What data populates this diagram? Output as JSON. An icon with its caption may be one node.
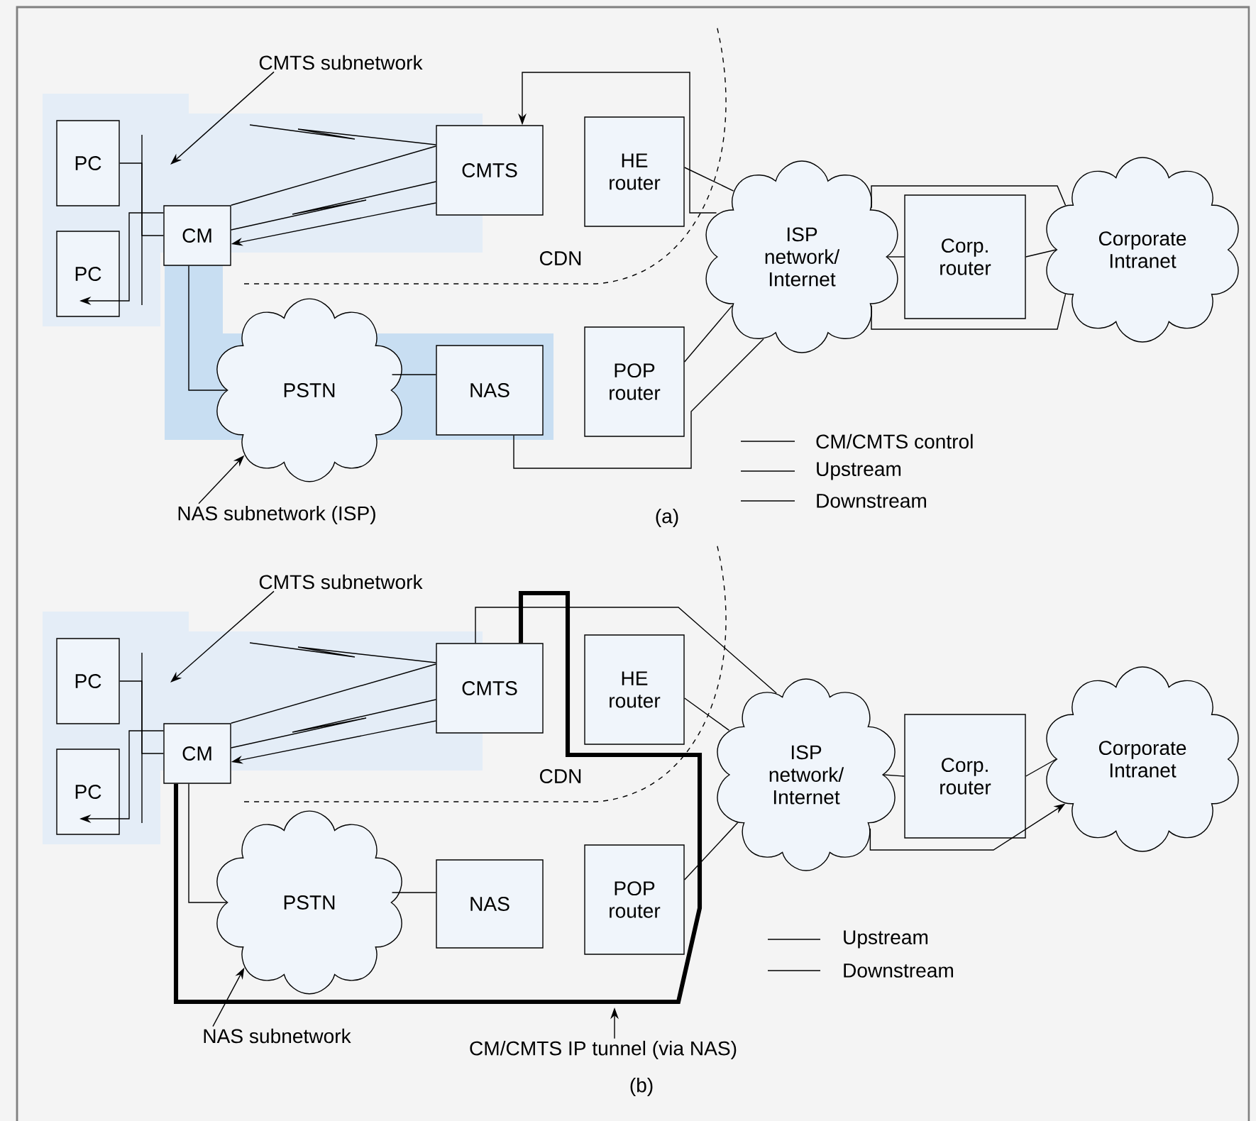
{
  "diagram": {
    "nodes": [
      {
        "text": [
          "PC"
        ]
      },
      {
        "text": [
          "PC"
        ]
      },
      {
        "text": [
          "CM"
        ]
      },
      {
        "text": [
          "CMTS"
        ]
      },
      {
        "text": [
          "HE router"
        ]
      },
      {
        "text": [
          "PSTN"
        ]
      },
      {
        "text": [
          "NAS"
        ]
      },
      {
        "text": [
          "POP router"
        ]
      },
      {
        "text": [
          "ISP network/ Internet"
        ]
      },
      {
        "text": [
          "Corp. router"
        ]
      },
      {
        "text": [
          "Corporate Intranet"
        ]
      },
      {
        "text": [
          "CMTS subnetwork"
        ]
      },
      {
        "text": [
          "NAS subnetwork (ISP)"
        ]
      },
      {
        "text": [
          "PC"
        ]
      },
      {
        "text": [
          "PC"
        ]
      },
      {
        "text": [
          "CM"
        ]
      },
      {
        "text": [
          "CMTS"
        ]
      },
      {
        "text": [
          "HE router"
        ]
      },
      {
        "text": [
          "PSTN"
        ]
      },
      {
        "text": [
          "NAS"
        ]
      },
      {
        "text": [
          "POP router"
        ]
      },
      {
        "text": [
          "ISP network/ Internet"
        ]
      },
      {
        "text": [
          "Corp. router"
        ]
      },
      {
        "text": [
          "Corporate Intranet"
        ]
      },
      {
        "text": [
          "CMTS subnetwork"
        ]
      },
      {
        "text": [
          "NAS subnetwork"
        ]
      },
      {
        "text": [
          "CM/CMTS IP tunnel (via NAS)"
        ]
      }
    ],
    "edges": [
      {
        "from": 0,
        "to": 2,
        "arrow": "none"
      },
      {
        "from": 2,
        "to": 1,
        "arrow": "to"
      },
      {
        "from": 2,
        "to": 3,
        "arrow": "none"
      },
      {
        "from": 3,
        "to": 2,
        "arrow": "to"
      },
      {
        "from": 3,
        "to": 2,
        "arrow": "none"
      },
      {
        "from": 3,
        "to": null,
        "arrow": "none"
      },
      {
        "from": 8,
        "to": 3,
        "arrow": "to"
      },
      {
        "from": 4,
        "to": 8,
        "arrow": "none"
      },
      {
        "from": 2,
        "to": 5,
        "arrow": "none"
      },
      {
        "from": 5,
        "to": 6,
        "arrow": "none"
      },
      {
        "from": 6,
        "to": 8,
        "arrow": "none"
      },
      {
        "from": 7,
        "to": 8,
        "arrow": "none"
      },
      {
        "from": 8,
        "to": 9,
        "arrow": "none"
      },
      {
        "from": 9,
        "to": 10,
        "arrow": "none"
      },
      {
        "from": 8,
        "to": 10,
        "arrow": "none"
      },
      {
        "from": 8,
        "to": 10,
        "arrow": "none"
      },
      {
        "from": 11,
        "to": null,
        "arrow": "to"
      },
      {
        "from": 12,
        "to": 5,
        "arrow": "to"
      },
      {
        "from": 13,
        "to": 15,
        "arrow": "none"
      },
      {
        "from": 15,
        "to": 14,
        "arrow": "to"
      },
      {
        "from": 15,
        "to": 16,
        "arrow": "none"
      },
      {
        "from": 16,
        "to": 15,
        "arrow": "to"
      },
      {
        "from": 16,
        "to": 15,
        "arrow": "none"
      },
      {
        "from": 16,
        "to": null,
        "arrow": "none"
      },
      {
        "from": 17,
        "to": 21,
        "arrow": "none"
      },
      {
        "from": 15,
        "to": 18,
        "arrow": "none"
      },
      {
        "from": 18,
        "to": 19,
        "arrow": "none"
      },
      {
        "from": 20,
        "to": 21,
        "arrow": "none"
      },
      {
        "from": 21,
        "to": 22,
        "arrow": "none"
      },
      {
        "from": 22,
        "to": 23,
        "arrow": "none"
      },
      {
        "from": 16,
        "to": 21,
        "arrow": "none"
      },
      {
        "from": 21,
        "to": 23,
        "arrow": "to"
      },
      {
        "from": 15,
        "to": 16,
        "arrow": "none",
        "style": "thick"
      },
      {
        "from": 24,
        "to": null,
        "arrow": "to"
      },
      {
        "from": 25,
        "to": 18,
        "arrow": "to"
      },
      {
        "from": 26,
        "to": null,
        "arrow": "to"
      }
    ],
    "labels": [
      "CDN",
      "(a)",
      "CDN",
      "(b)"
    ],
    "legend": [
      {
        "text": "CM/CMTS control"
      },
      {
        "text": "Upstream"
      },
      {
        "text": "Downstream"
      },
      {
        "text": "Upstream"
      },
      {
        "text": "Downstream"
      }
    ]
  }
}
